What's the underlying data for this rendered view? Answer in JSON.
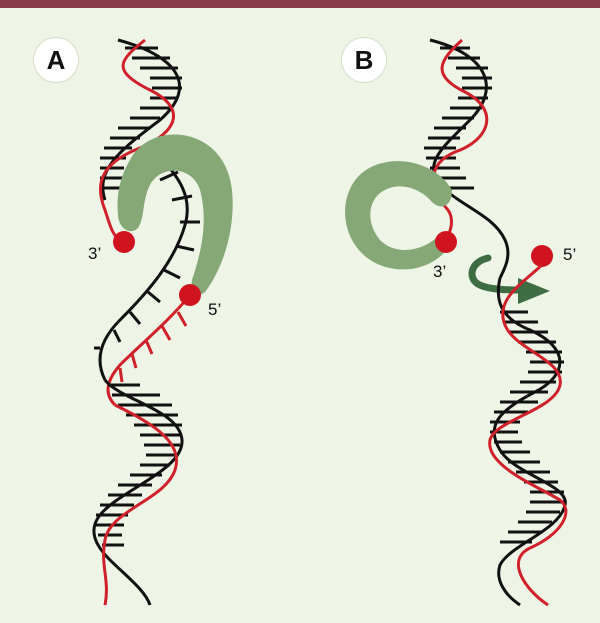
{
  "panels": {
    "a": {
      "label": "A",
      "three_prime": "3’",
      "five_prime": "5’"
    },
    "b": {
      "label": "B",
      "three_prime": "3’",
      "five_prime": "5’"
    }
  },
  "colors": {
    "background": "#eef4e6",
    "top_bar": "#8a3b4b",
    "strand_black": "#111111",
    "strand_red": "#d0202a",
    "enzyme_green": "#86a877",
    "arrow_green": "#3f6d43",
    "end_dot": "#d0141f"
  }
}
